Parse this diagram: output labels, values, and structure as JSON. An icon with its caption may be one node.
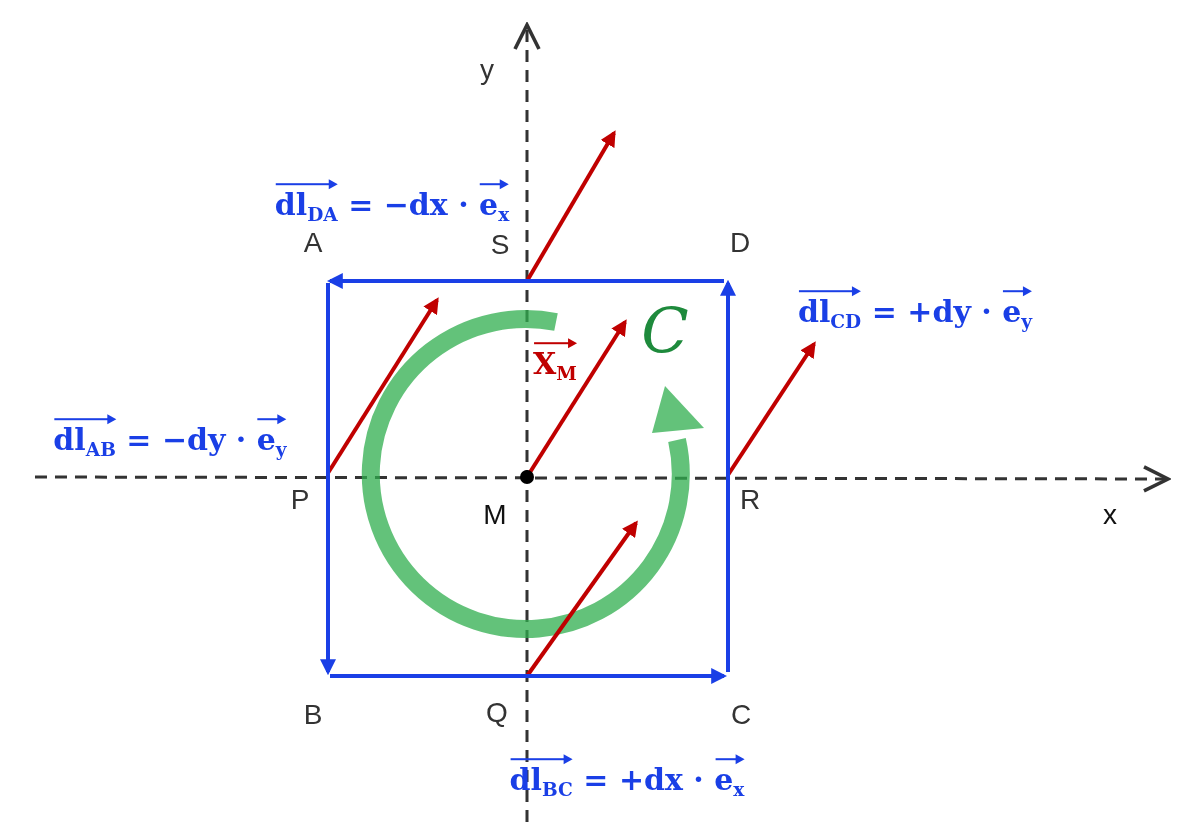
{
  "diagram": {
    "nodes": [
      {
        "text": [
          "A"
        ]
      },
      {
        "text": [
          "D"
        ]
      },
      {
        "text": [
          "B"
        ]
      },
      {
        "text": [
          "C"
        ]
      }
    ],
    "edges": [
      {
        "from": 1,
        "to": 0,
        "arrow": "to"
      },
      {
        "from": 0,
        "to": 2,
        "arrow": "to"
      },
      {
        "from": 2,
        "to": 3,
        "arrow": "to"
      },
      {
        "from": 3,
        "to": 1,
        "arrow": "to"
      }
    ],
    "labels": [
      "y",
      "dl$_{DA}$ = −dx · e$_{x}$",
      "S",
      "dl$_{CD}$ = +dy · e$_{y}$",
      "C",
      "X$_{M}$",
      "dl$_{AB}$ = −dy · e$_{y}$",
      "P",
      "M",
      "R",
      "x",
      "Q",
      "dl$_{BC}$ = +dx · e$_{x}$"
    ]
  }
}
